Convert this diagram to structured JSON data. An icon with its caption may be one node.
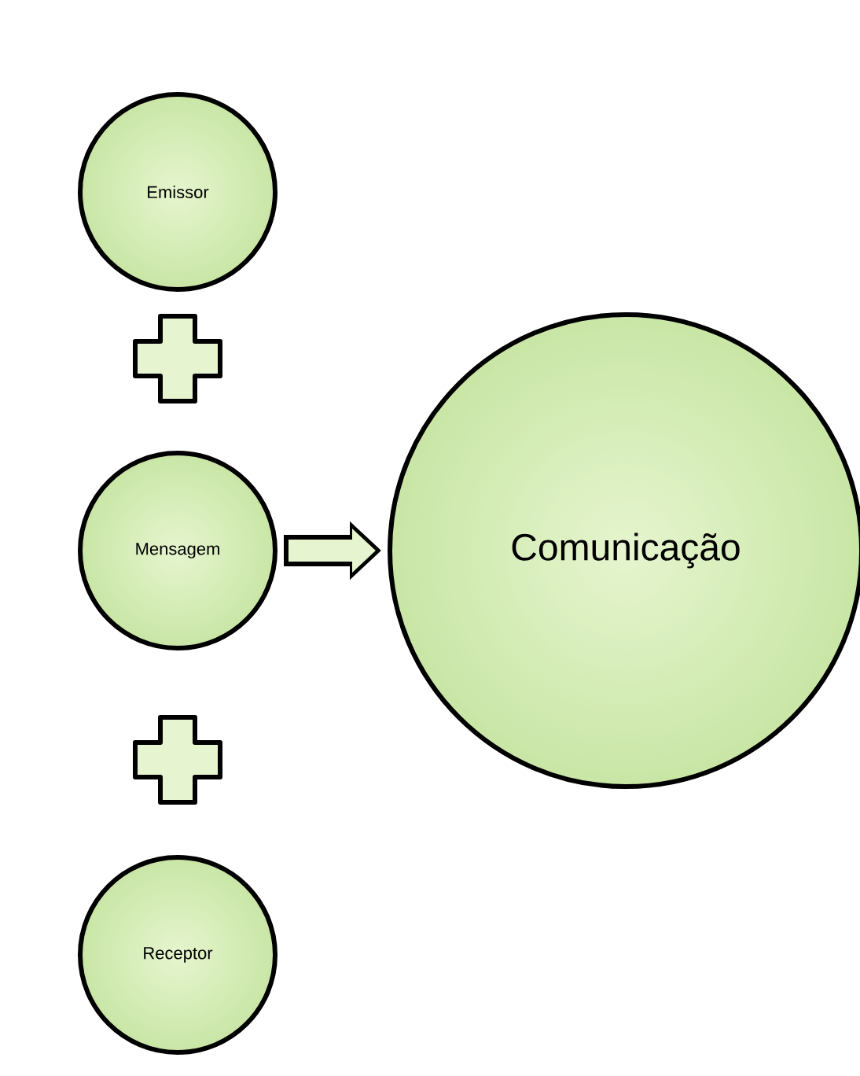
{
  "diagram": {
    "nodes": [
      {
        "text": [
          "Emissor"
        ]
      },
      {
        "text": [
          "Mensagem"
        ]
      },
      {
        "text": [
          "Receptor"
        ]
      },
      {
        "text": [
          "Comunicação"
        ]
      }
    ],
    "edges": [
      {
        "from": 1,
        "to": 3,
        "arrow": "to"
      }
    ]
  }
}
